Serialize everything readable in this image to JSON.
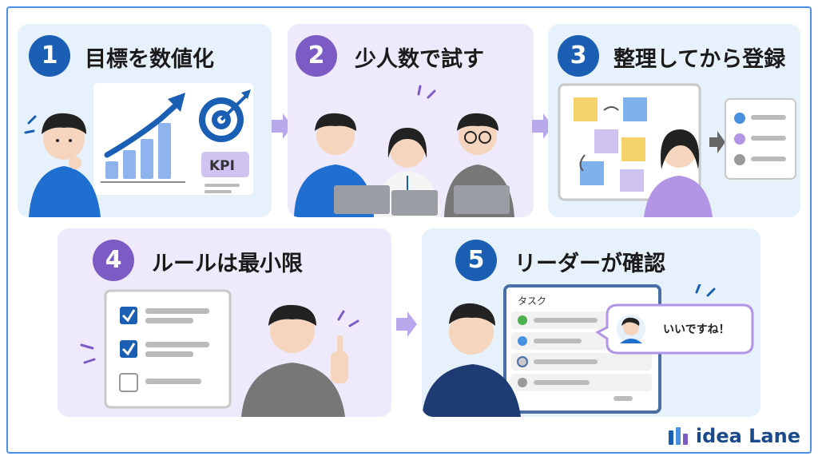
{
  "steps": [
    {
      "number": "1",
      "title": "目標を数値化"
    },
    {
      "number": "2",
      "title": "少人数で試す"
    },
    {
      "number": "3",
      "title": "整理してから登録"
    },
    {
      "number": "4",
      "title": "ルールは最小限"
    },
    {
      "number": "5",
      "title": "リーダーが確認"
    }
  ],
  "kpi_label": "KPI",
  "task_window_title": "タスク",
  "speech_bubble": "いいですね！",
  "logo_text": "idea Lane",
  "colors": {
    "blue": "#1a5fb4",
    "purple": "#7d5bc4",
    "accent_arrow": "#b9a8ec"
  }
}
